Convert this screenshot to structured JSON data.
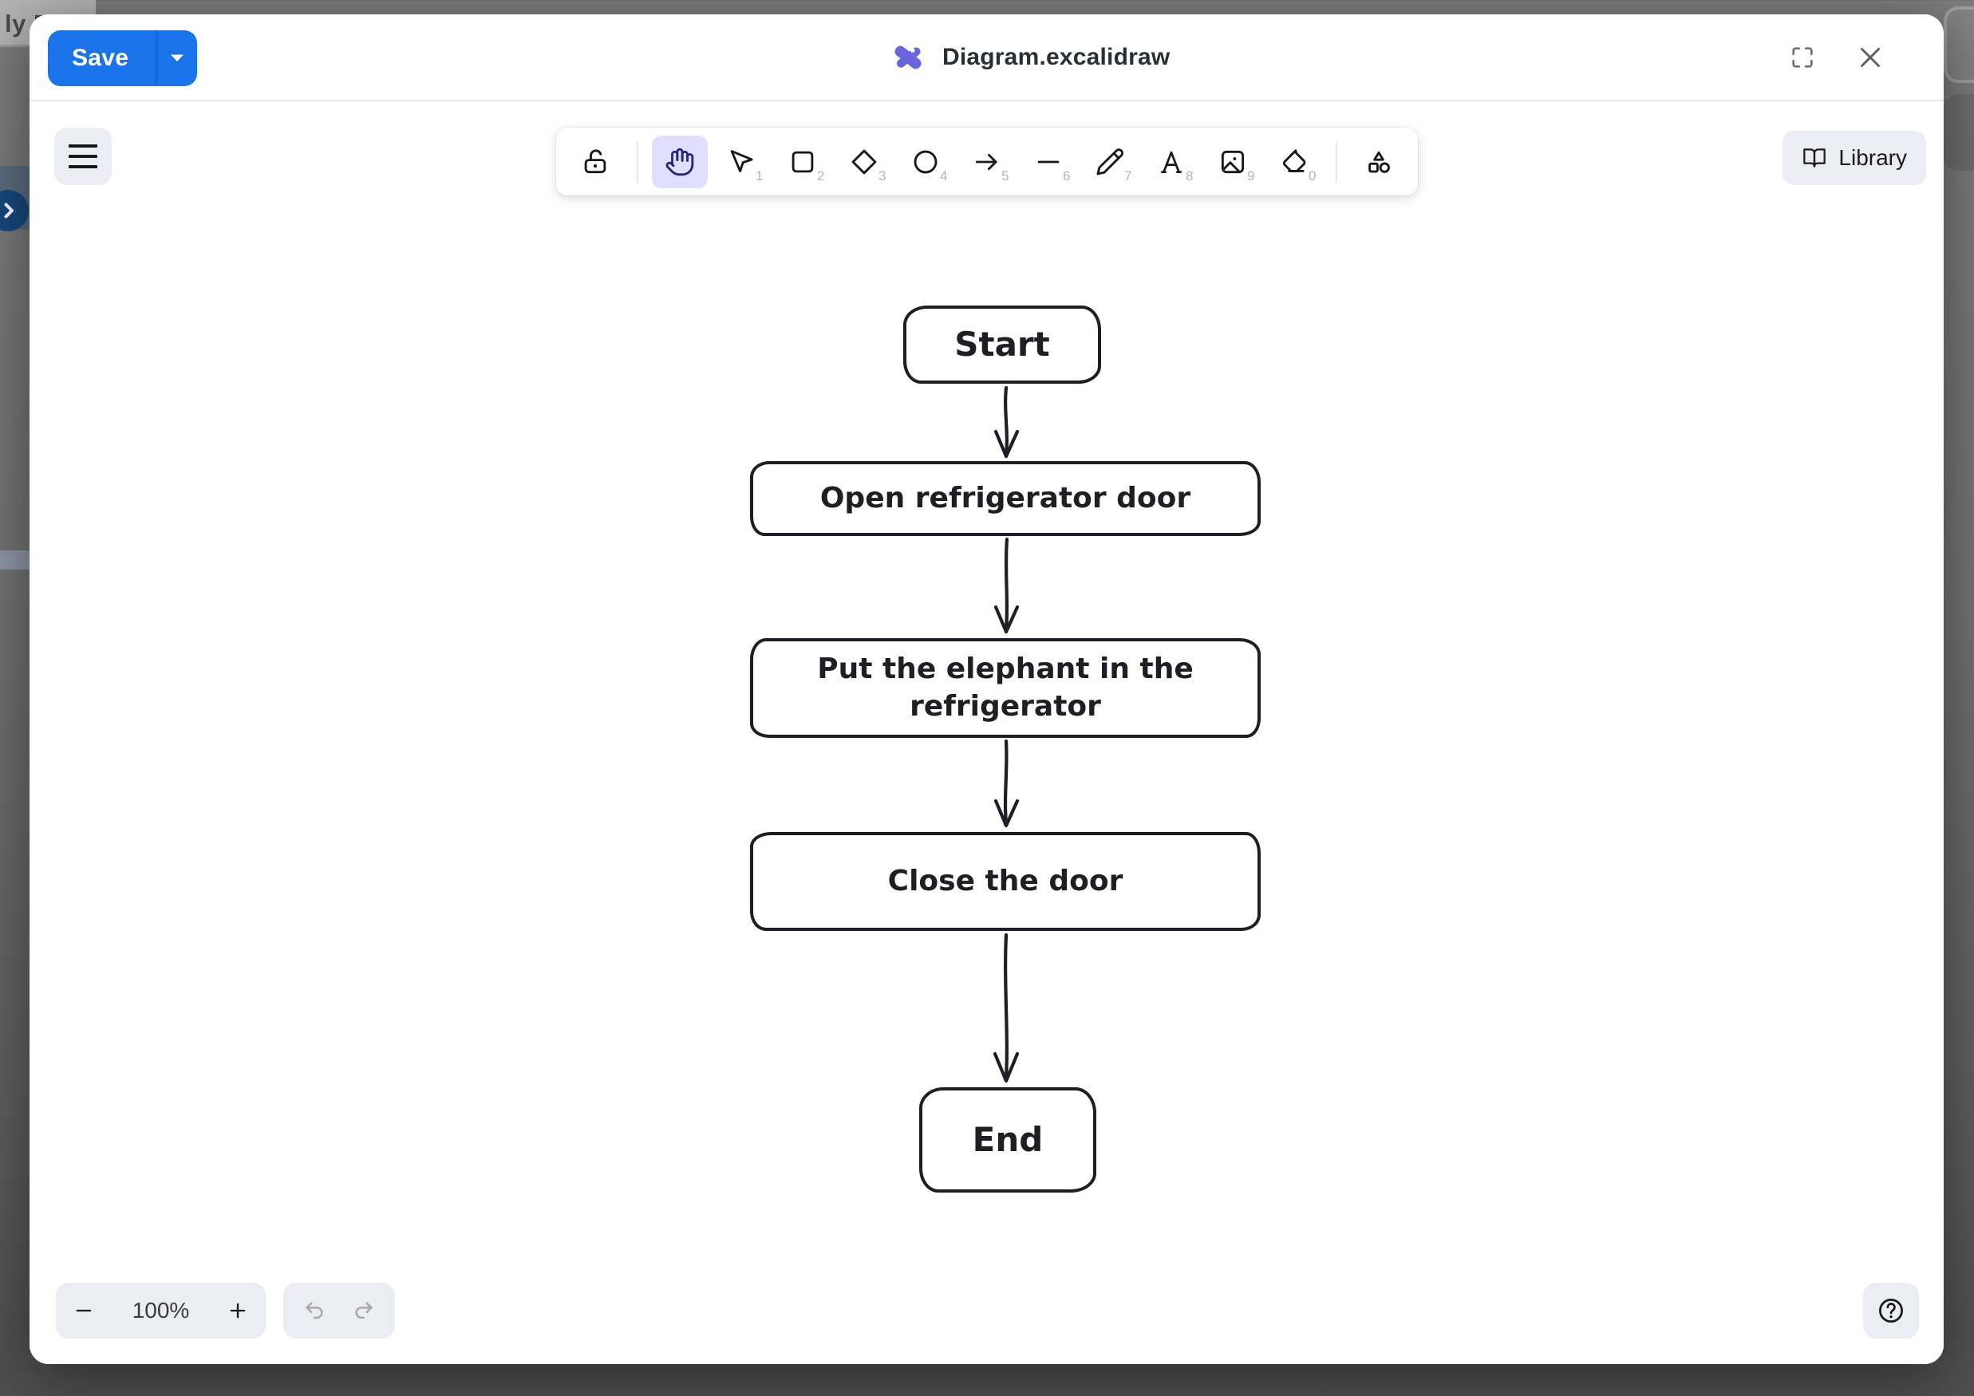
{
  "background_page": {
    "partial_text": "ly F",
    "note_colors": {
      "band": "#5b6b7e",
      "badge": "#17497d"
    }
  },
  "dialog": {
    "title": "Diagram.excalidraw",
    "save_label": "Save",
    "accent_blue": "#1a73e8",
    "logo_purple": "#6965db"
  },
  "toolbar": {
    "active_tool": "hand",
    "selected_bg": "#e0dfff",
    "shortcuts": {
      "selection": "1",
      "rectangle": "2",
      "diamond": "3",
      "ellipse": "4",
      "arrow": "5",
      "line": "6",
      "draw": "7",
      "text": "8",
      "image": "9",
      "eraser": "0"
    }
  },
  "library": {
    "label": "Library"
  },
  "canvas": {
    "flowchart": {
      "stroke_color": "#1e1e24",
      "nodes": [
        {
          "id": "start",
          "label": "Start"
        },
        {
          "id": "open",
          "label": "Open refrigerator door"
        },
        {
          "id": "put",
          "label": "Put the elephant in the refrigerator"
        },
        {
          "id": "close",
          "label": "Close the door"
        },
        {
          "id": "end",
          "label": "End"
        }
      ],
      "edges": [
        {
          "from": "start",
          "to": "open"
        },
        {
          "from": "open",
          "to": "put"
        },
        {
          "from": "put",
          "to": "close"
        },
        {
          "from": "close",
          "to": "end"
        }
      ]
    }
  },
  "footer": {
    "zoom_level": "100%"
  }
}
